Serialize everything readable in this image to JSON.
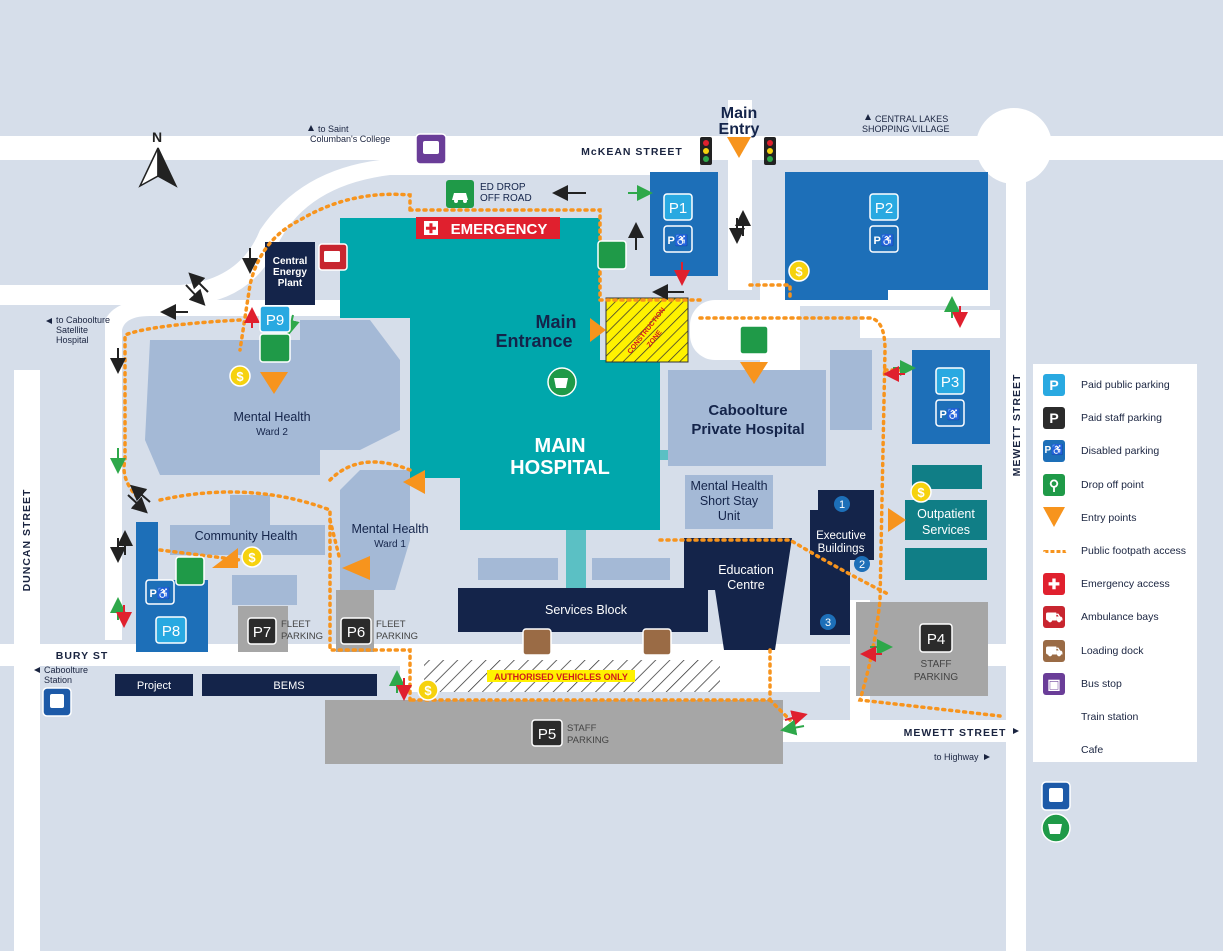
{
  "streets": {
    "mckean": "McKEAN STREET",
    "mewett_v": "MEWETT STREET",
    "mewett_h": "MEWETT STREET",
    "duncan": "DUNCAN STREET",
    "bury": "BURY ST"
  },
  "directions": {
    "saint_columbans_1": "to Saint",
    "saint_columbans_2": "Columban's College",
    "central_lakes_1": "CENTRAL LAKES",
    "central_lakes_2": "SHOPPING VILLAGE",
    "caboolture_satellite_1": "to Caboolture",
    "caboolture_satellite_2": "Satellite",
    "caboolture_satellite_3": "Hospital",
    "caboolture_station_1": "Caboolture",
    "caboolture_station_2": "Station",
    "to_highway": "to Highway"
  },
  "labels": {
    "main_entry_1": "Main",
    "main_entry_2": "Entry",
    "main_entrance_1": "Main",
    "main_entrance_2": "Entrance",
    "emergency": "EMERGENCY",
    "ed_drop_1": "ED DROP",
    "ed_drop_2": "OFF ROAD",
    "main_hospital_1": "MAIN",
    "main_hospital_2": "HOSPITAL",
    "construction_1": "CONSTRUCTION",
    "construction_2": "ZONE",
    "central_energy_1": "Central",
    "central_energy_2": "Energy",
    "central_energy_3": "Plant",
    "mental_health": "Mental Health",
    "mental_health_ward2": "Ward 2",
    "mental_health_w1": "Mental Health",
    "mental_health_ward1": "Ward 1",
    "community_health": "Community Health",
    "caboolture_private_1": "Caboolture",
    "caboolture_private_2": "Private Hospital",
    "mh_short_stay_1": "Mental Health",
    "mh_short_stay_2": "Short Stay",
    "mh_short_stay_3": "Unit",
    "education_1": "Education",
    "education_2": "Centre",
    "executive_1": "Executive",
    "executive_2": "Buildings",
    "outpatient_1": "Outpatient",
    "outpatient_2": "Services",
    "services_block": "Services Block",
    "authorised": "AUTHORISED VEHICLES ONLY",
    "project": "Project",
    "bems": "BEMS",
    "fleet_parking_1": "FLEET",
    "fleet_parking_2": "PARKING",
    "fleet_parking_b1": "FLEET",
    "fleet_parking_b2": "PARKING",
    "staff_parking_1": "STAFF",
    "staff_parking_2": "PARKING",
    "staff_parking_b1": "STAFF",
    "staff_parking_b2": "PARKING",
    "north": "N"
  },
  "parking": {
    "p1": "P1",
    "p2": "P2",
    "p3": "P3",
    "p4": "P4",
    "p5": "P5",
    "p6": "P6",
    "p7": "P7",
    "p8": "P8",
    "p9": "P9"
  },
  "exec_numbers": {
    "one": "1",
    "two": "2",
    "three": "3"
  },
  "symbols": {
    "disabled": "P♿",
    "dollar": "$",
    "emergency_cross": "✚"
  },
  "legend": {
    "items": [
      {
        "label": "Paid public parking",
        "icon": "paid-public-parking-icon",
        "glyph": "P",
        "color": "#29a9e1"
      },
      {
        "label": "Paid staff parking",
        "icon": "paid-staff-parking-icon",
        "glyph": "P",
        "color": "#2b2b2b"
      },
      {
        "label": "Disabled parking",
        "icon": "disabled-parking-icon",
        "glyph": "P♿",
        "color": "#1d6fb8"
      },
      {
        "label": "Drop off point",
        "icon": "drop-off-icon",
        "glyph": "⚲",
        "color": "#1f9a48"
      },
      {
        "label": "Entry points",
        "icon": "entry-point-icon",
        "glyph": "",
        "color": "#f7941d"
      },
      {
        "label": "Public footpath access",
        "icon": "footpath-icon",
        "glyph": "",
        "color": "#f7941d"
      },
      {
        "label": "Emergency access",
        "icon": "emergency-icon",
        "glyph": "✚",
        "color": "#e0202e"
      },
      {
        "label": "Ambulance bays",
        "icon": "ambulance-icon",
        "glyph": "⛟",
        "color": "#c8252f"
      },
      {
        "label": "Loading dock",
        "icon": "loading-dock-icon",
        "glyph": "⛟",
        "color": "#9a6b45"
      },
      {
        "label": "Bus stop",
        "icon": "bus-stop-icon",
        "glyph": "▣",
        "color": "#6a3d98"
      },
      {
        "label": "Train station",
        "icon": "train-station-icon",
        "glyph": "",
        "color": ""
      },
      {
        "label": "Cafe",
        "icon": "cafe-icon",
        "glyph": "",
        "color": ""
      }
    ]
  },
  "colors": {
    "background": "#d6deea",
    "road": "#ffffff",
    "building_light": "#a4b9d6",
    "main_hospital": "#00a7ac",
    "navy": "#14244a",
    "parking_blue": "#1d6fb8",
    "staff_grey": "#a6a6a6",
    "emergency_red": "#e0202e",
    "footpath_orange": "#f7941d",
    "drop_off_green": "#1f9a48",
    "bus_purple": "#6a3d98",
    "dollar_yellow": "#f6d20e",
    "construction_yellow": "#fff200",
    "train_blue": "#1d5aa8"
  }
}
